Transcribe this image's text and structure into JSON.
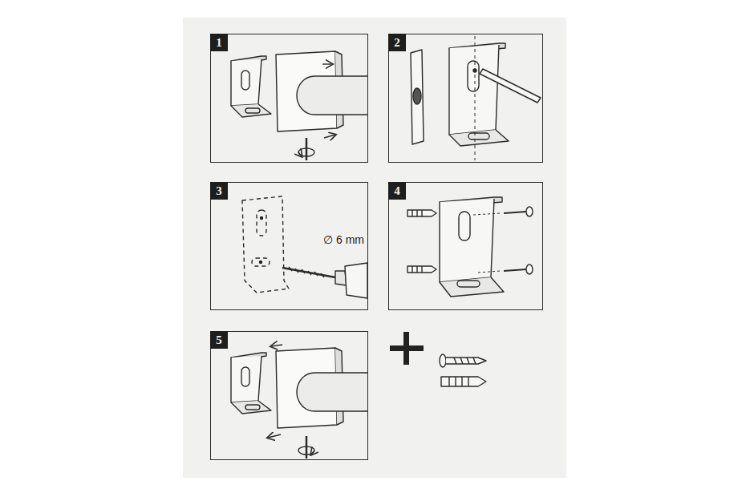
{
  "diagram": {
    "nodes": [
      {
        "text": [
          "1"
        ]
      },
      {
        "text": [
          "2"
        ]
      },
      {
        "text": [
          "3"
        ]
      },
      {
        "text": [
          "4"
        ]
      },
      {
        "text": [
          "5"
        ]
      }
    ],
    "labels": [
      "∅ 6 mm"
    ]
  }
}
